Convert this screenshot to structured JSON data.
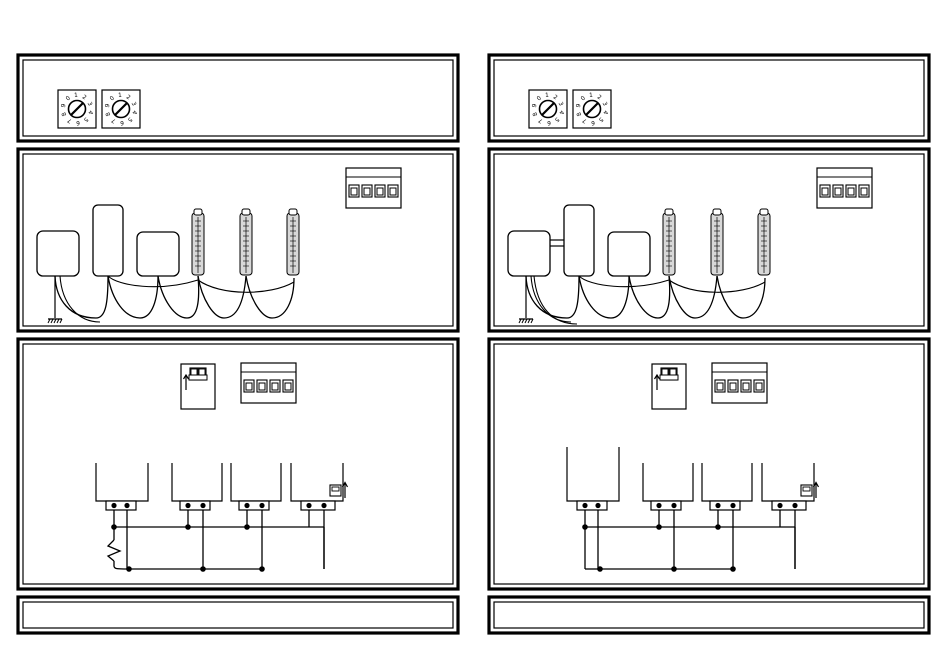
{
  "colors": {
    "ink": "#000000",
    "paper": "#ffffff",
    "pcb": "#ffffff",
    "tube": "#d8d8d8"
  },
  "dial_digits": [
    "0",
    "1",
    "2",
    "3",
    "4",
    "5",
    "6",
    "7",
    "8",
    "9"
  ],
  "connector_pins": 4,
  "left_diagram": {
    "top_panel": {
      "dials": 2
    },
    "middle_panel": {
      "enclosures": 3,
      "tubes": 3,
      "ground": true,
      "linked_boxes": false
    },
    "bottom_panel": {
      "units": 4,
      "resistor": true,
      "jumper": true
    }
  },
  "right_diagram": {
    "top_panel": {
      "dials": 2
    },
    "middle_panel": {
      "enclosures": 3,
      "tubes": 3,
      "ground": true,
      "linked_boxes": true
    },
    "bottom_panel": {
      "units": 4,
      "resistor": false,
      "jumper": true
    }
  }
}
